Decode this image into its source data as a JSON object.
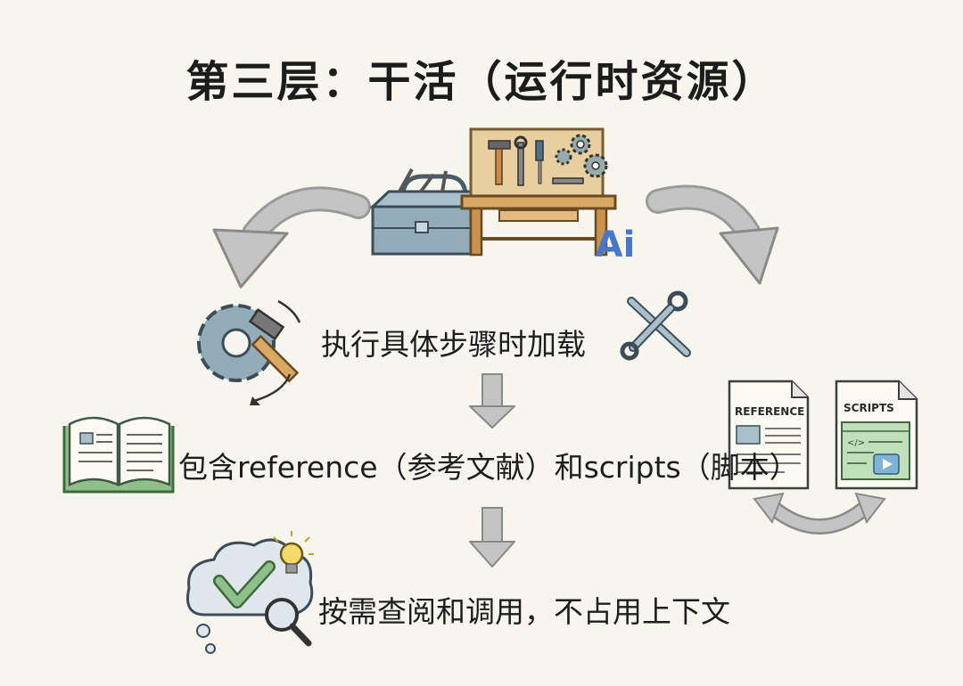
{
  "title": "第三层：干活（运行时资源）",
  "steps": [
    "执行具体步骤时加载",
    "包含reference（参考文献）和scripts（脚本）",
    "按需查阅和调用，不占用上下文"
  ],
  "doc_labels": {
    "reference": "REFERENCE",
    "scripts": "SCRIPTS",
    "code_tag": "</>"
  },
  "logo_text": "Ai",
  "icons": [
    "toolbox-icon",
    "workbench-icon",
    "gear-hammer-icon",
    "wrench-screwdriver-icon",
    "open-book-icon",
    "reference-document-icon",
    "scripts-document-icon",
    "cloud-check-icon",
    "lightbulb-icon",
    "magnifier-icon"
  ],
  "colors": {
    "background": "#f7f6ee",
    "arrow": "#b6b6b6",
    "arrow_dark": "#8a8a8a",
    "steel_blue": "#8faab8",
    "green": "#8fbf8a",
    "wood": "#d9b27a",
    "text": "#1e1e1e"
  }
}
